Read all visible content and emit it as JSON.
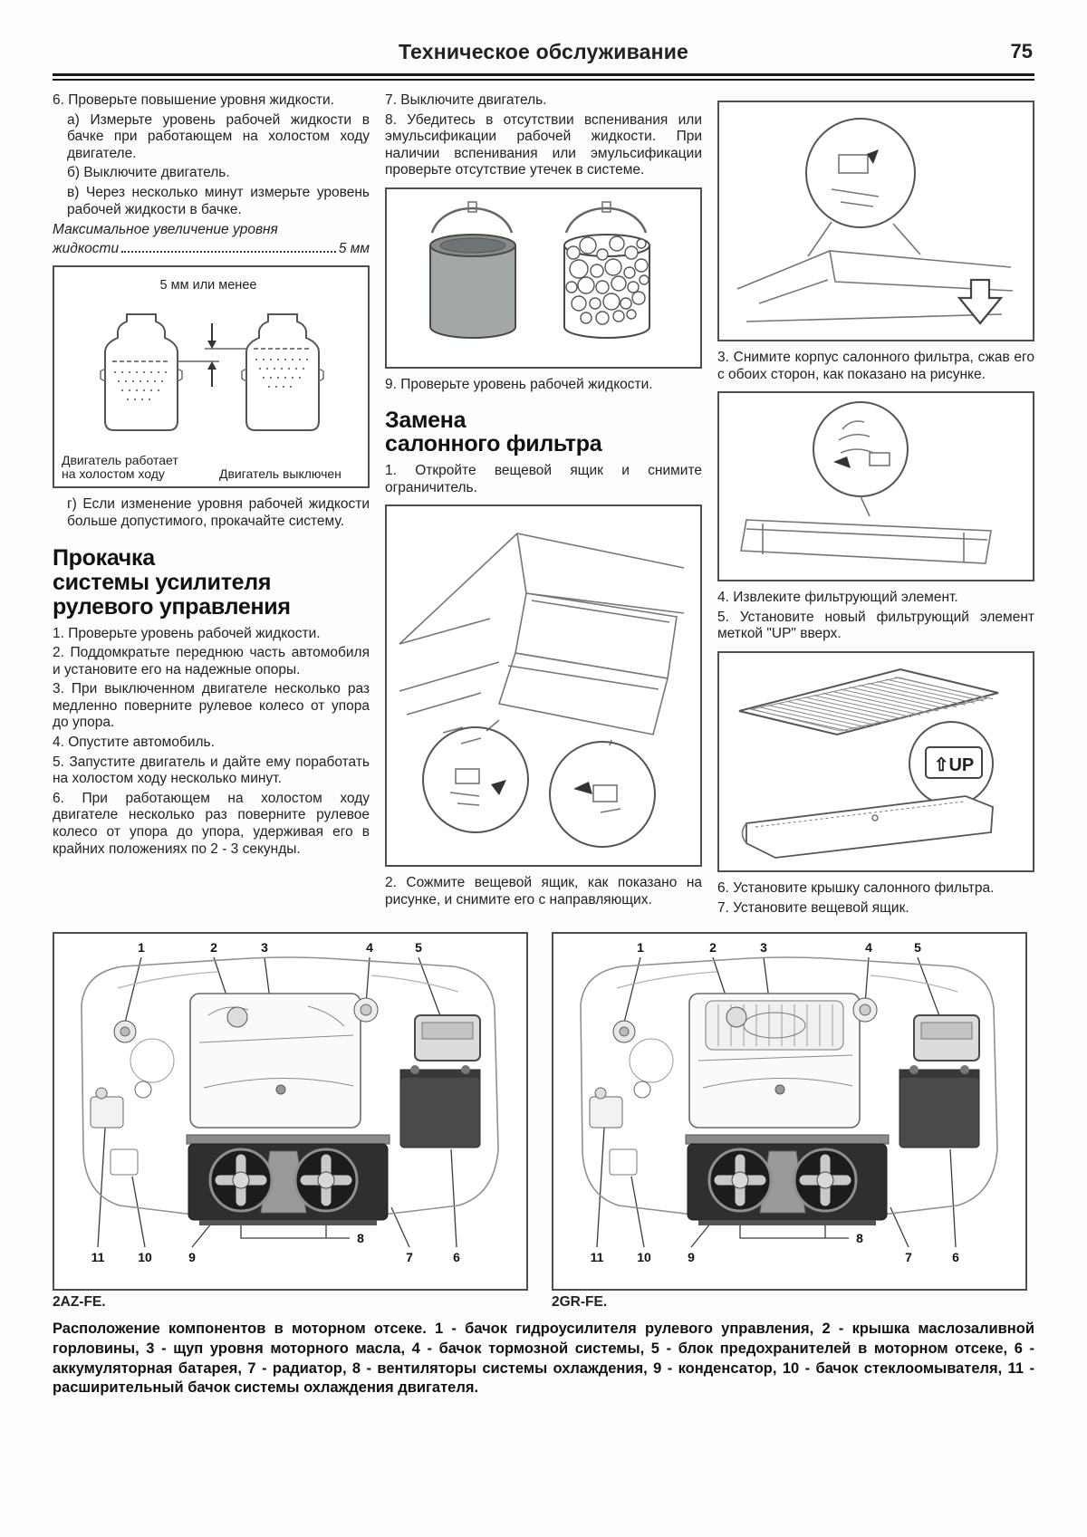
{
  "header": {
    "title": "Техническое обслуживание",
    "page_number": "75"
  },
  "left": {
    "p6": "6. Проверьте повышение уровня жидкости.",
    "p6a": "а) Измерьте уровень рабочей жидкости в бачке при работающем на холостом ходу двигателе.",
    "p6b": "б) Выключите двигатель.",
    "p6v": "в) Через несколько минут измерьте уровень рабочей жидкости в бачке.",
    "spec_line1": "Максимальное увеличение уровня",
    "spec_line2": "жидкости",
    "spec_value": "5 мм",
    "fig_level": {
      "label": "5 мм или менее",
      "caption_left": "Двигатель работает\nна холостом ходу",
      "caption_right": "Двигатель выключен"
    },
    "p6g": "г) Если изменение уровня рабочей жидкости больше допустимого, прокачайте систему.",
    "heading": "Прокачка\nсистемы усилителя\nрулевого управления",
    "p1": "1. Проверьте уровень рабочей жидкости.",
    "p2": "2. Поддомкратьте переднюю часть автомобиля и установите его на надежные опоры.",
    "p3": "3. При выключенном двигателе несколько раз медленно поверните рулевое колесо от упора до упора.",
    "p4": "4. Опустите автомобиль.",
    "p5": "5. Запустите двигатель и дайте ему поработать на холостом ходу несколько минут.",
    "p6x": "6. При работающем на холостом ходу двигателе несколько раз поверните рулевое колесо от упора до упора, удерживая его в крайних положениях по 2 - 3 секунды."
  },
  "middle": {
    "p7": "7. Выключите двигатель.",
    "p8": "8. Убедитесь в отсутствии вспенивания или эмульсификации рабочей жидкости. При наличии вспенивания или эмульсификации проверьте отсутствие утечек в системе.",
    "p9": "9. Проверьте уровень рабочей жидкости.",
    "heading": "Замена\nсалонного фильтра",
    "p1": "1. Откройте вещевой ящик и снимите ограничитель.",
    "p2": "2. Сожмите вещевой ящик, как показано на рисунке, и снимите его с направляющих."
  },
  "right": {
    "p3": "3. Снимите корпус салонного фильтра, сжав его с обоих сторон, как показано на рисунке.",
    "p4": "4. Извлеките фильтрующий элемент.",
    "p5": "5. Установите новый фильтрующий элемент меткой \"UP\" вверх.",
    "up_arrow": "⇧",
    "up_label": "UP",
    "p6": "6. Установите крышку салонного фильтра.",
    "p7": "7. Установите вещевой ящик."
  },
  "bottom": {
    "engine_left_label": "2AZ-FE.",
    "engine_right_label": "2GR-FE.",
    "callouts_top": [
      "1",
      "2",
      "3",
      "4",
      "5"
    ],
    "callouts_bottom": [
      "11",
      "10",
      "9",
      "8",
      "7",
      "6"
    ],
    "caption": "Расположение компонентов в моторном отсеке. 1 - бачок гидроусилителя рулевого управления, 2 - крышка маслозаливной горловины, 3 - щуп уровня моторного масла, 4 - бачок тормозной системы, 5 - блок предохранителей в моторном отсеке, 6 - аккумуляторная батарея, 7 - радиатор, 8 - вентиляторы системы охлаждения, 9 - конденсатор, 10 - бачок стеклоомывателя, 11 - расширительный бачок системы охлаждения двигателя."
  }
}
